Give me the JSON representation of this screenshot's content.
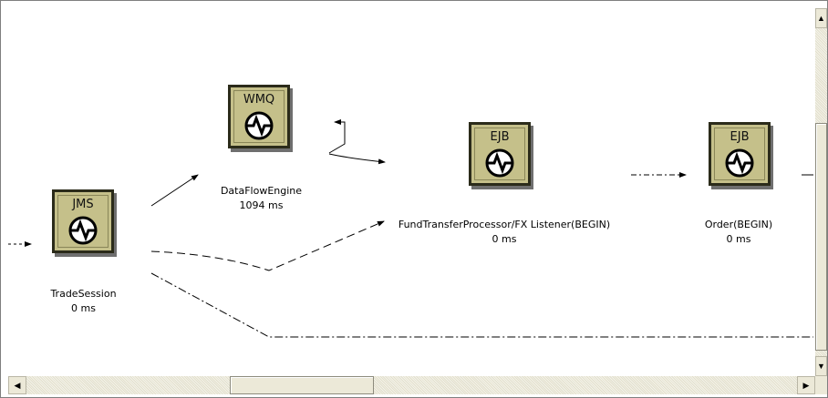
{
  "nodes": [
    {
      "type": "JMS",
      "name": "TradeSession",
      "time": "0 ms"
    },
    {
      "type": "WMQ",
      "name": "DataFlowEngine",
      "time": "1094 ms"
    },
    {
      "type": "EJB",
      "name": "FundTransferProcessor/FX Listener(BEGIN)",
      "time": "0 ms"
    },
    {
      "type": "EJB",
      "name": "Order(BEGIN)",
      "time": "0 ms"
    }
  ],
  "scrollbars": {
    "up_arrow": "▲",
    "down_arrow": "▼",
    "left_arrow": "◀",
    "right_arrow": "▶"
  },
  "colors": {
    "node_fill": "#c5c08a",
    "node_border": "#2b2b1a",
    "edge": "#000000",
    "scrollbar": "#ece9d8"
  }
}
